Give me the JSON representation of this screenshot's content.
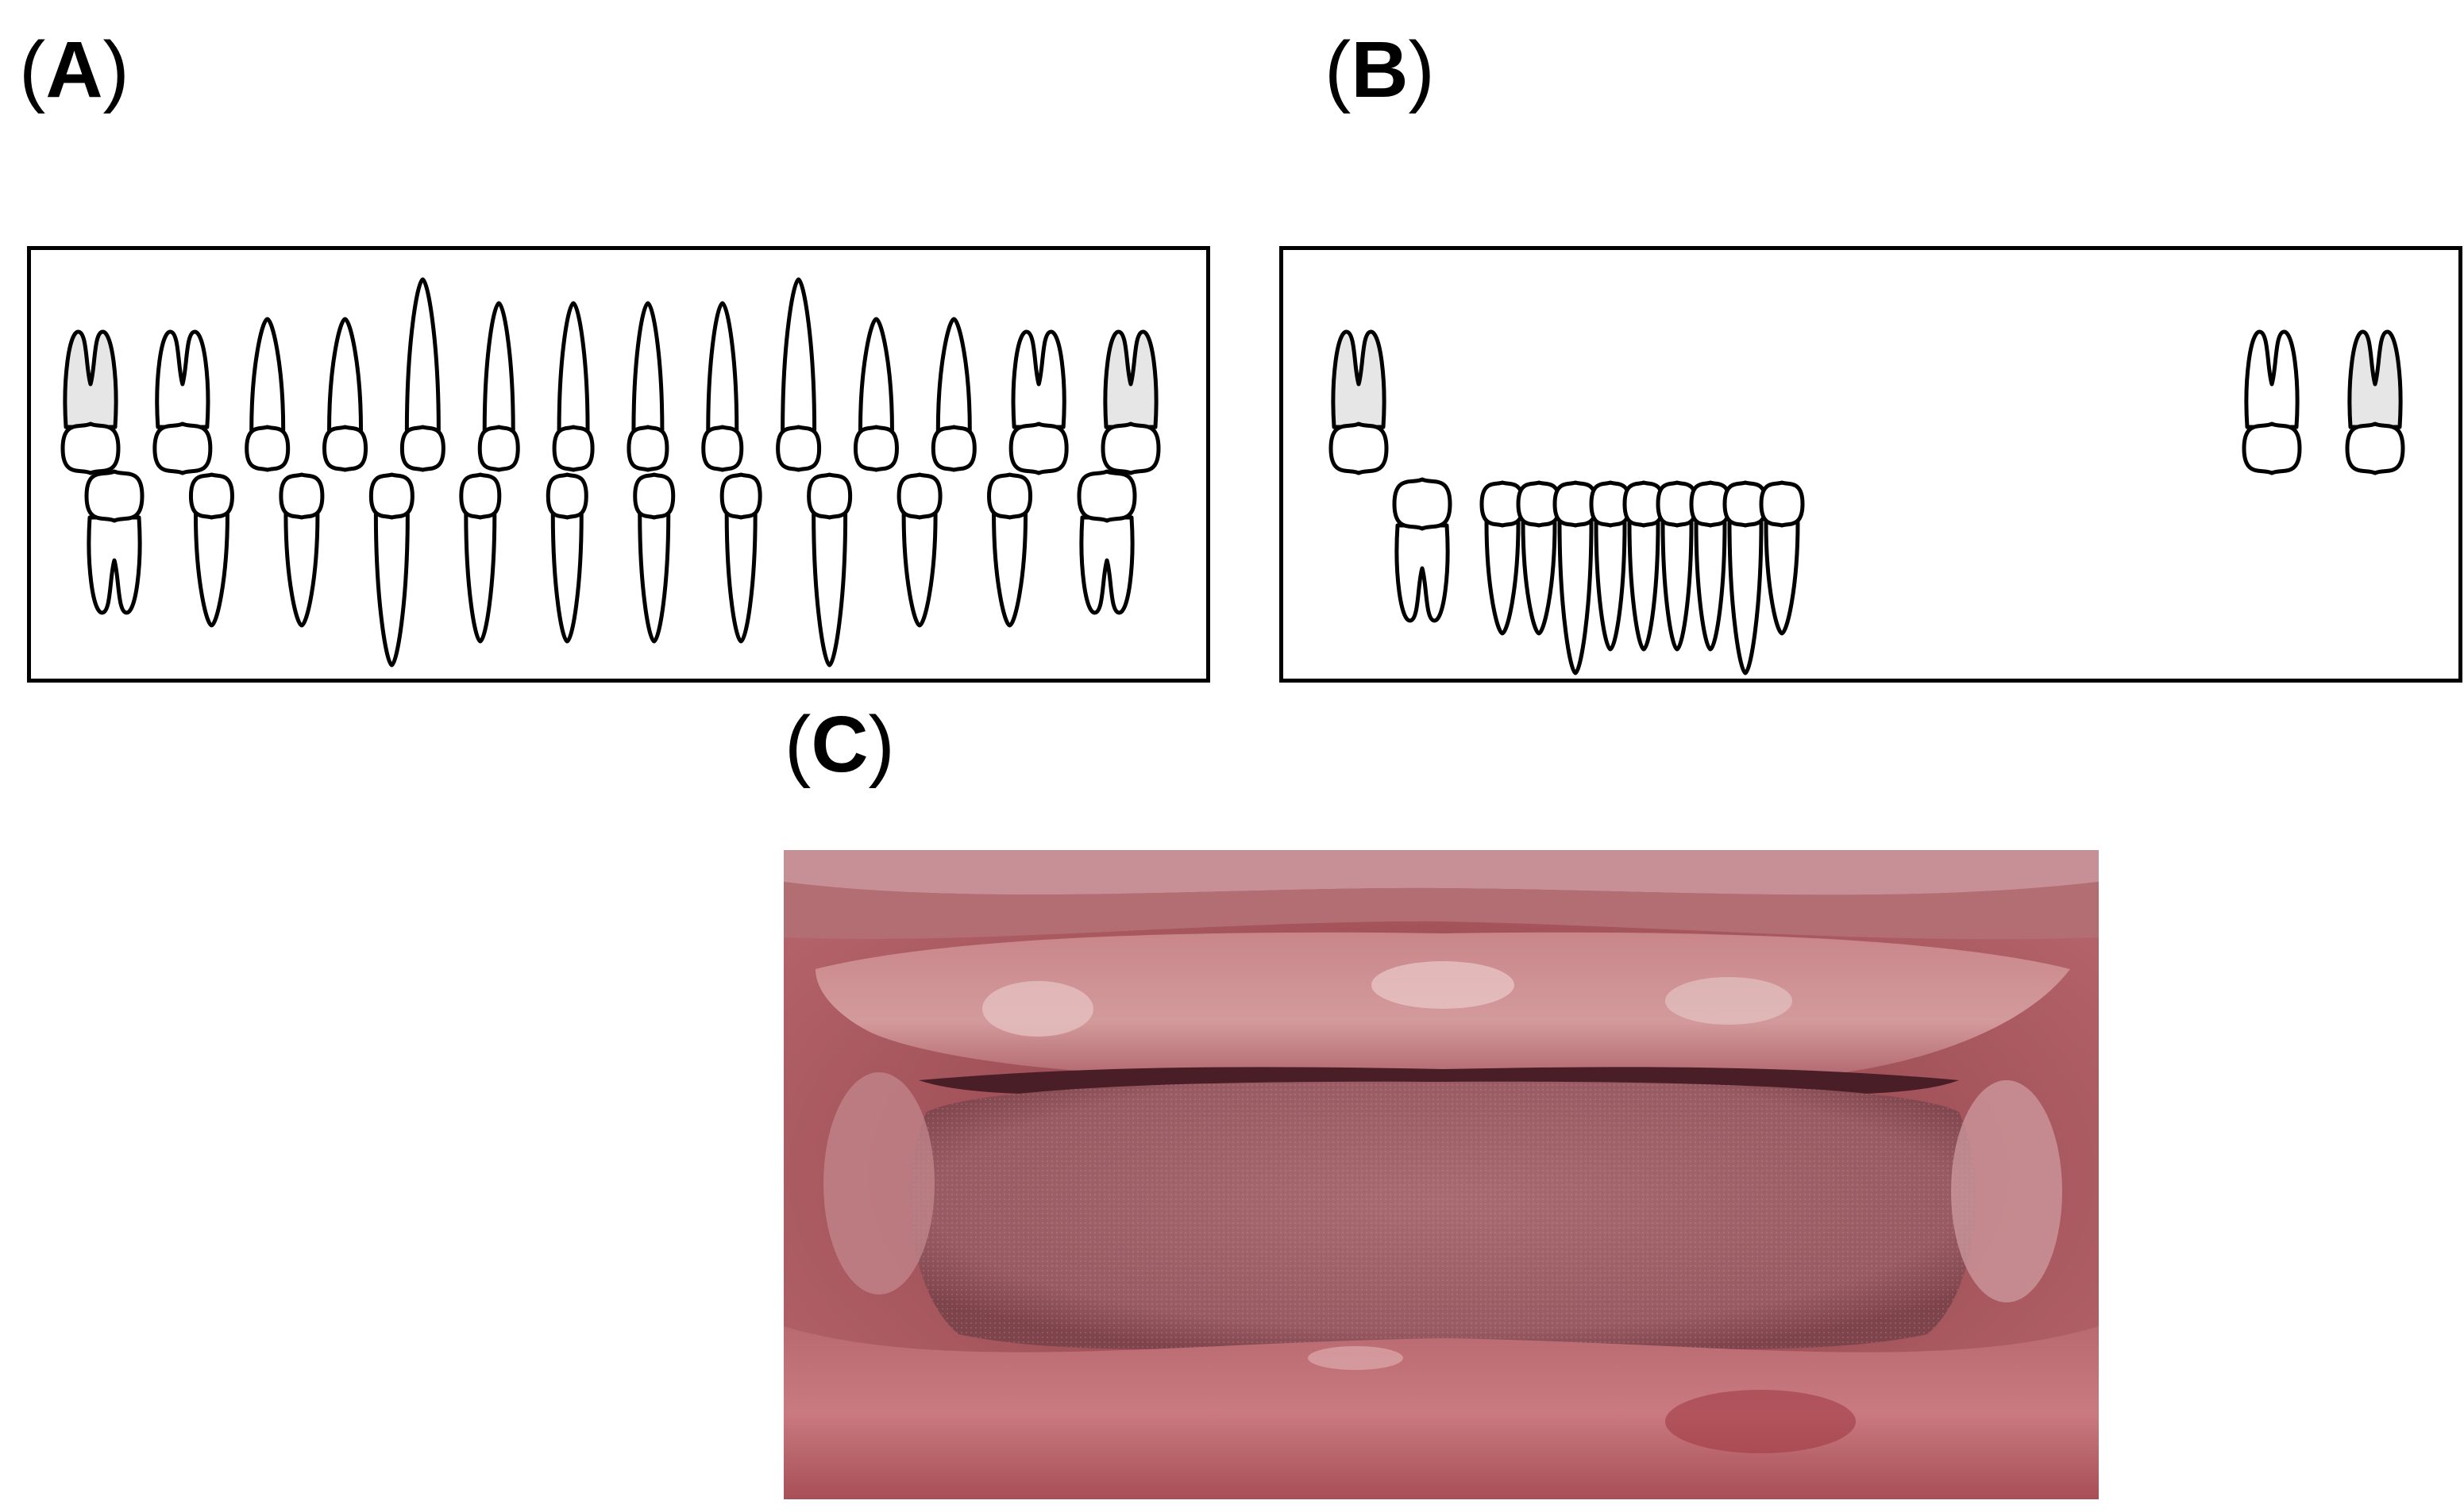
{
  "labels": {
    "a": {
      "open": "(",
      "letter": "A",
      "close": ")"
    },
    "b": {
      "open": "(",
      "letter": "B",
      "close": ")"
    },
    "c": {
      "open": "(",
      "letter": "C",
      "close": ")"
    }
  },
  "dental_chart_a": {
    "upper_teeth": [
      {
        "type": "molar",
        "shaded": true
      },
      {
        "type": "molar",
        "shaded": false
      },
      {
        "type": "premolar",
        "shaded": false
      },
      {
        "type": "premolar",
        "shaded": false
      },
      {
        "type": "canine",
        "shaded": false
      },
      {
        "type": "incisor",
        "shaded": false
      },
      {
        "type": "incisor",
        "shaded": false
      },
      {
        "type": "incisor",
        "shaded": false
      },
      {
        "type": "incisor",
        "shaded": false
      },
      {
        "type": "canine",
        "shaded": false
      },
      {
        "type": "premolar",
        "shaded": false
      },
      {
        "type": "premolar",
        "shaded": false
      },
      {
        "type": "molar",
        "shaded": false
      },
      {
        "type": "molar",
        "shaded": true
      }
    ],
    "lower_teeth": [
      {
        "type": "molar",
        "shaded": false
      },
      {
        "type": "premolar",
        "shaded": false
      },
      {
        "type": "premolar",
        "shaded": false
      },
      {
        "type": "canine",
        "shaded": false
      },
      {
        "type": "incisor",
        "shaded": false
      },
      {
        "type": "incisor",
        "shaded": false
      },
      {
        "type": "incisor",
        "shaded": false
      },
      {
        "type": "incisor",
        "shaded": false
      },
      {
        "type": "canine",
        "shaded": false
      },
      {
        "type": "premolar",
        "shaded": false
      },
      {
        "type": "premolar",
        "shaded": false
      },
      {
        "type": "molar",
        "shaded": false
      }
    ]
  },
  "dental_chart_b": {
    "upper_teeth": [
      {
        "type": "molar",
        "shaded": true
      },
      {
        "type": "molar",
        "shaded": false
      },
      {
        "type": "molar",
        "shaded": true
      }
    ],
    "lower_teeth": [
      {
        "type": "molar",
        "shaded": false
      },
      {
        "type": "premolar",
        "shaded": false
      },
      {
        "type": "premolar",
        "shaded": false
      },
      {
        "type": "canine",
        "shaded": false
      },
      {
        "type": "incisor",
        "shaded": false
      },
      {
        "type": "incisor",
        "shaded": false
      },
      {
        "type": "incisor",
        "shaded": false
      },
      {
        "type": "incisor",
        "shaded": false
      },
      {
        "type": "canine",
        "shaded": false
      },
      {
        "type": "premolar",
        "shaded": false
      }
    ]
  },
  "photo": {
    "subject": "edentulous-mouth-photo"
  },
  "colors": {
    "outline": "#000000",
    "shade": "#e6e6e6",
    "tooth_fill": "#ffffff",
    "gum": "#a84a50",
    "tongue": "#a06068"
  }
}
